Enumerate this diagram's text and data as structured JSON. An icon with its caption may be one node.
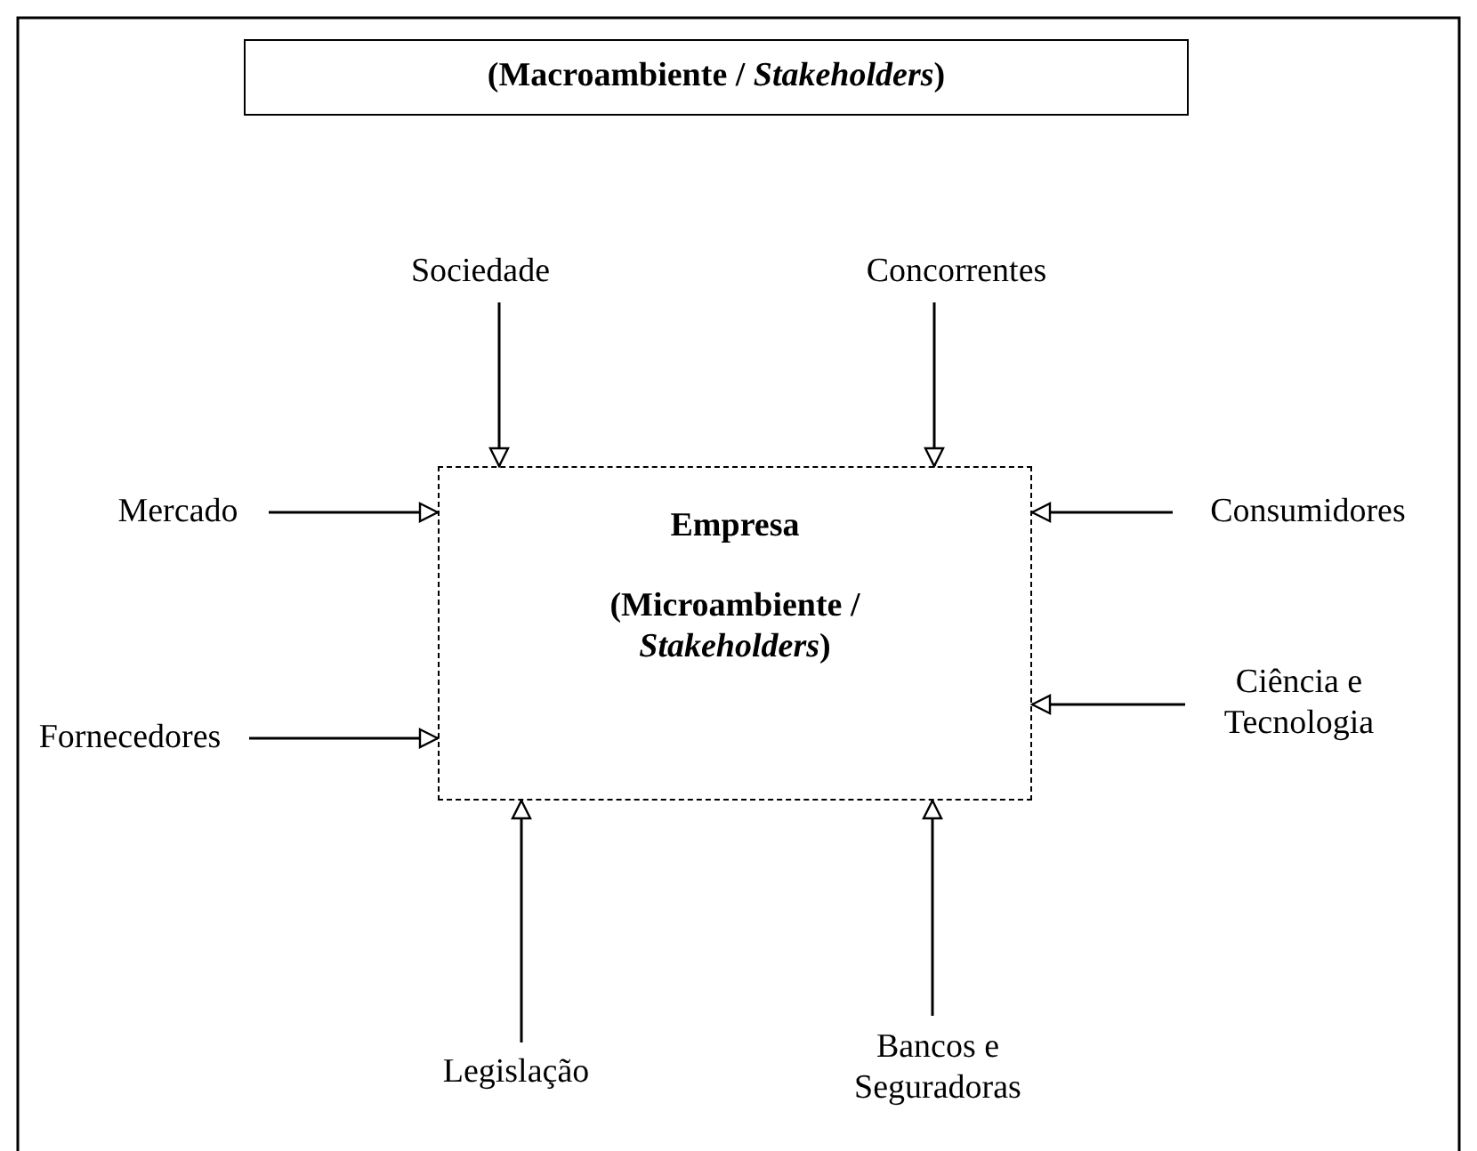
{
  "diagram": {
    "nodes": [
      {
        "text": [
          "(Macroambiente / *Stakeholders*)"
        ]
      },
      {
        "text": [
          "Empresa",
          "(Microambiente / *Stakeholders*)"
        ]
      },
      {
        "text": [
          "Sociedade"
        ]
      },
      {
        "text": [
          "Concorrentes"
        ]
      },
      {
        "text": [
          "Mercado"
        ]
      },
      {
        "text": [
          "Consumidores"
        ]
      },
      {
        "text": [
          "Fornecedores"
        ]
      },
      {
        "text": [
          "Ciência e Tecnologia"
        ]
      },
      {
        "text": [
          "Legislação"
        ]
      },
      {
        "text": [
          "Bancos e Seguradoras"
        ]
      }
    ],
    "edges": [
      {
        "from": 2,
        "to": 1,
        "arrow": "to"
      },
      {
        "from": 3,
        "to": 1,
        "arrow": "to"
      },
      {
        "from": 4,
        "to": 1,
        "arrow": "to"
      },
      {
        "from": 5,
        "to": 1,
        "arrow": "to"
      },
      {
        "from": 6,
        "to": 1,
        "arrow": "to"
      },
      {
        "from": 7,
        "to": 1,
        "arrow": "to"
      },
      {
        "from": 8,
        "to": 1,
        "arrow": "to"
      },
      {
        "from": 9,
        "to": 1,
        "arrow": "to"
      }
    ]
  }
}
